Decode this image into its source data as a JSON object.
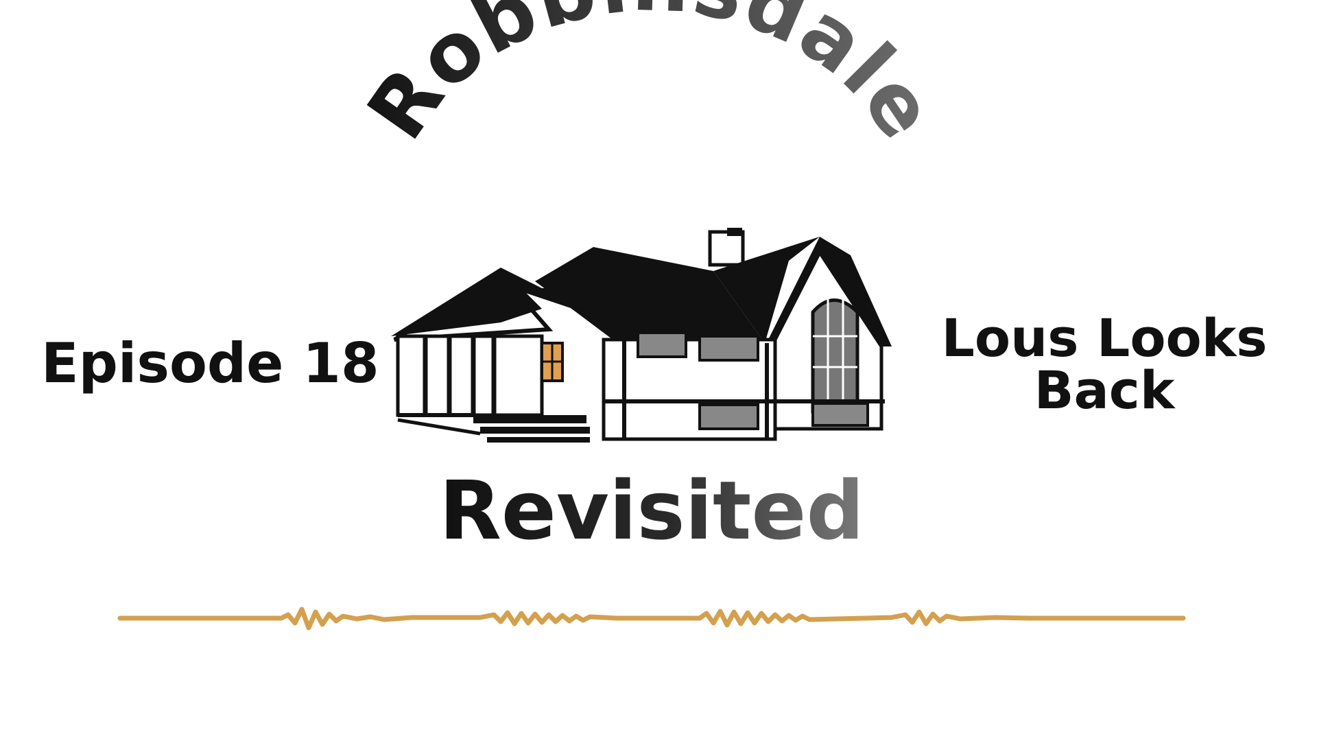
{
  "artwork": {
    "arc_title": "Robbinsdale",
    "main_title": "Revisited",
    "house_icon": "house-icon",
    "waveform_icon": "audio-waveform-icon"
  },
  "episode": {
    "label": "Episode 18"
  },
  "subtitle": {
    "line1": "Lous Looks",
    "line2": "Back"
  },
  "colors": {
    "text_dark": "#111111",
    "text_gradient_end": "#6e6e6e",
    "waveform": "#d4a04e",
    "window_amber": "#e0a050",
    "background": "#ffffff"
  }
}
